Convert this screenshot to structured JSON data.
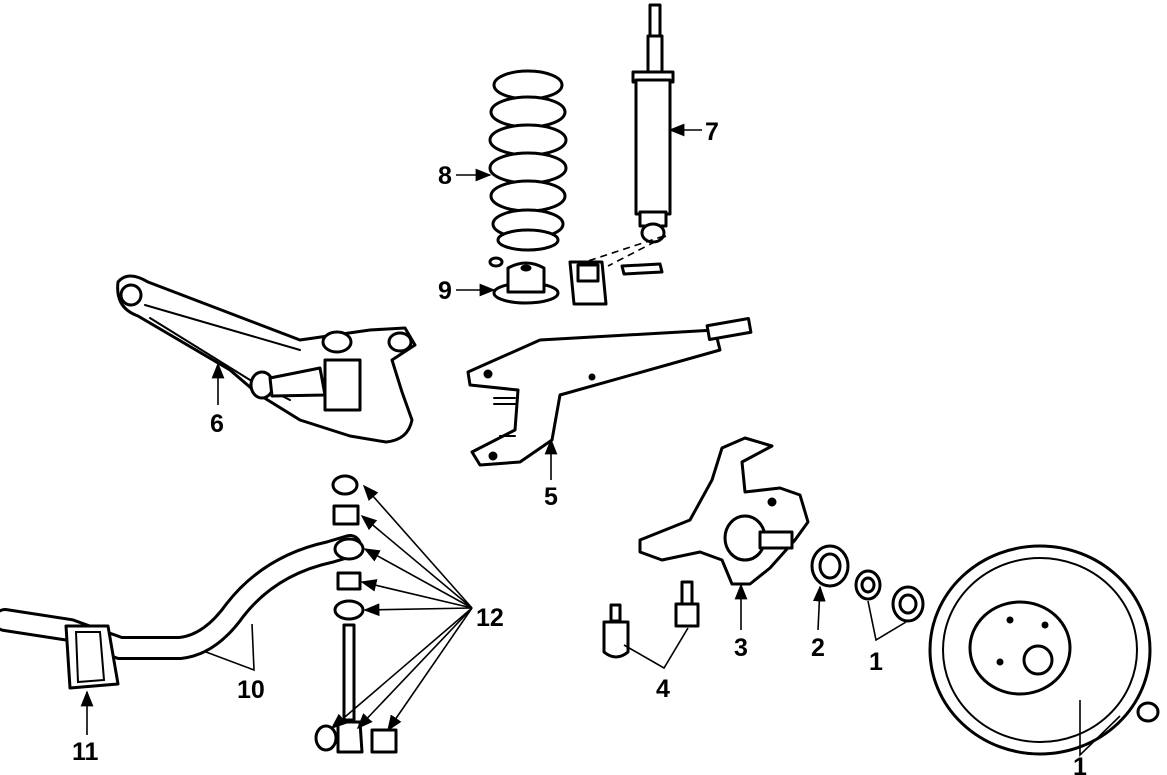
{
  "diagram": {
    "callouts": [
      {
        "id": "c1a",
        "text": "1"
      },
      {
        "id": "c1b",
        "text": "1"
      },
      {
        "id": "c2",
        "text": "2"
      },
      {
        "id": "c3",
        "text": "3"
      },
      {
        "id": "c4",
        "text": "4"
      },
      {
        "id": "c5",
        "text": "5"
      },
      {
        "id": "c6",
        "text": "6"
      },
      {
        "id": "c7",
        "text": "7"
      },
      {
        "id": "c8",
        "text": "8"
      },
      {
        "id": "c9",
        "text": "9"
      },
      {
        "id": "c10",
        "text": "10"
      },
      {
        "id": "c11",
        "text": "11"
      },
      {
        "id": "c12",
        "text": "12"
      }
    ]
  }
}
